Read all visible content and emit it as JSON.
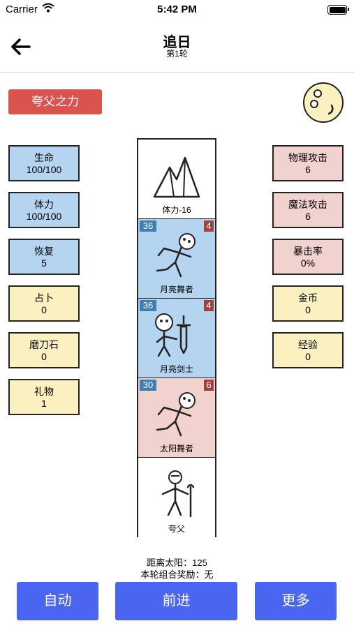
{
  "status_bar": {
    "carrier": "Carrier",
    "time": "5:42 PM"
  },
  "nav": {
    "title": "追日",
    "subtitle": "第1轮"
  },
  "skill_label": "夸父之力",
  "left_stats": [
    {
      "label": "生命",
      "value": "100/100",
      "color": "blue"
    },
    {
      "label": "体力",
      "value": "100/100",
      "color": "blue"
    },
    {
      "label": "恢复",
      "value": "5",
      "color": "blue"
    },
    {
      "label": "占卜",
      "value": "0",
      "color": "yellow"
    },
    {
      "label": "磨刀石",
      "value": "0",
      "color": "yellow"
    },
    {
      "label": "礼物",
      "value": "1",
      "color": "yellow"
    }
  ],
  "right_stats": [
    {
      "label": "物理攻击",
      "value": "6",
      "color": "pink"
    },
    {
      "label": "魔法攻击",
      "value": "6",
      "color": "pink"
    },
    {
      "label": "暴击率",
      "value": "0%",
      "color": "pink"
    },
    {
      "label": "金币",
      "value": "0",
      "color": "yellow"
    },
    {
      "label": "经验",
      "value": "0",
      "color": "yellow"
    }
  ],
  "cards": [
    {
      "name": "体力-16",
      "icon": "mountain-icon",
      "bg": "#ffffff"
    },
    {
      "name": "月亮舞者",
      "icon": "dancer-icon",
      "bg": "#b5d4ef",
      "level": "36",
      "count": "4"
    },
    {
      "name": "月亮剑士",
      "icon": "swordsman-icon",
      "bg": "#b5d4ef",
      "level": "36",
      "count": "4"
    },
    {
      "name": "太阳舞者",
      "icon": "dancer-icon",
      "bg": "#f2d2cf",
      "level": "30",
      "count": "6"
    },
    {
      "name": "夸父",
      "icon": "hero-icon",
      "bg": "#ffffff"
    }
  ],
  "info": {
    "distance": "距离太阳：125",
    "combo": "本轮组合奖励：无"
  },
  "buttons": {
    "auto": "自动",
    "advance": "前进",
    "more": "更多"
  },
  "colors": {
    "accent": "#4a65f0",
    "skill": "#d9534f",
    "blue": "#b5d4ef",
    "yellow": "#fbf0c0",
    "pink": "#f2d2cf"
  }
}
